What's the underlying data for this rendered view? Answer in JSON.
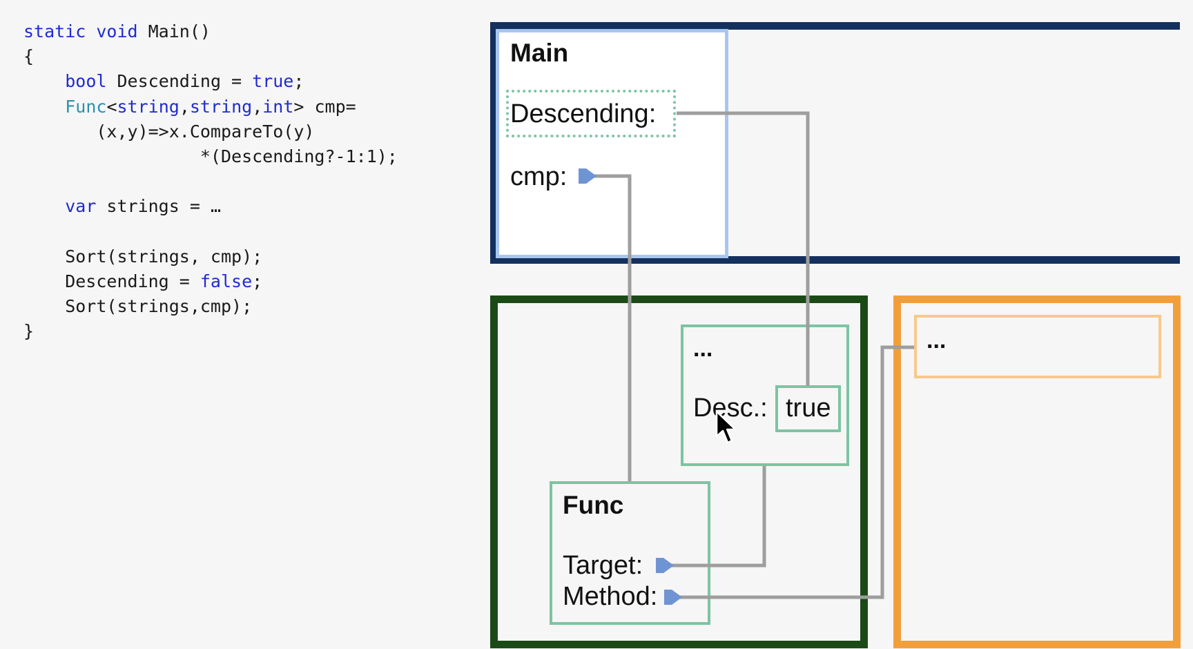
{
  "code": {
    "lines": [
      [
        {
          "t": "static void",
          "k": "kw"
        },
        {
          "t": " Main()",
          "k": "plain"
        }
      ],
      [
        {
          "t": "{",
          "k": "plain"
        }
      ],
      [
        {
          "t": "    ",
          "k": "plain"
        },
        {
          "t": "bool",
          "k": "kw"
        },
        {
          "t": " Descending = ",
          "k": "plain"
        },
        {
          "t": "true",
          "k": "kw"
        },
        {
          "t": ";",
          "k": "plain"
        }
      ],
      [
        {
          "t": "    ",
          "k": "plain"
        },
        {
          "t": "Func",
          "k": "type"
        },
        {
          "t": "<",
          "k": "plain"
        },
        {
          "t": "string",
          "k": "kw"
        },
        {
          "t": ",",
          "k": "plain"
        },
        {
          "t": "string",
          "k": "kw"
        },
        {
          "t": ",",
          "k": "plain"
        },
        {
          "t": "int",
          "k": "kw"
        },
        {
          "t": "> cmp=",
          "k": "plain"
        }
      ],
      [
        {
          "t": "       (x,y)=>x.CompareTo(y)",
          "k": "plain"
        }
      ],
      [
        {
          "t": "                 *(Descending?-1:1);",
          "k": "plain"
        }
      ],
      [
        {
          "t": "",
          "k": "plain"
        }
      ],
      [
        {
          "t": "    ",
          "k": "plain"
        },
        {
          "t": "var",
          "k": "kw"
        },
        {
          "t": " strings = …",
          "k": "plain"
        }
      ],
      [
        {
          "t": "",
          "k": "plain"
        }
      ],
      [
        {
          "t": "    Sort(strings, cmp);",
          "k": "plain"
        }
      ],
      [
        {
          "t": "    Descending = ",
          "k": "plain"
        },
        {
          "t": "false",
          "k": "kw"
        },
        {
          "t": ";",
          "k": "plain"
        }
      ],
      [
        {
          "t": "    Sort(strings,cmp);",
          "k": "plain"
        }
      ],
      [
        {
          "t": "}",
          "k": "plain"
        }
      ]
    ]
  },
  "diagram": {
    "main": {
      "title": "Main",
      "descending_label": "Descending:",
      "cmp_label": "cmp:"
    },
    "closure": {
      "ellipsis": "...",
      "desc_label": "Desc.:",
      "desc_value": "true"
    },
    "func": {
      "title": "Func",
      "target_label": "Target:",
      "method_label": "Method:"
    },
    "method": {
      "ellipsis": "..."
    }
  },
  "colors": {
    "stack_frame": "#14305e",
    "main_box": "#a8c6ef",
    "heap_frame": "#1c4a17",
    "object_box": "#7cc4a2",
    "method_frame": "#f29f3b",
    "method_inner": "#f6c98d",
    "connector": "#9e9e9e",
    "pointer": "#6f94d4",
    "keyword": "#1f2bd0",
    "type_name": "#2b91af"
  }
}
